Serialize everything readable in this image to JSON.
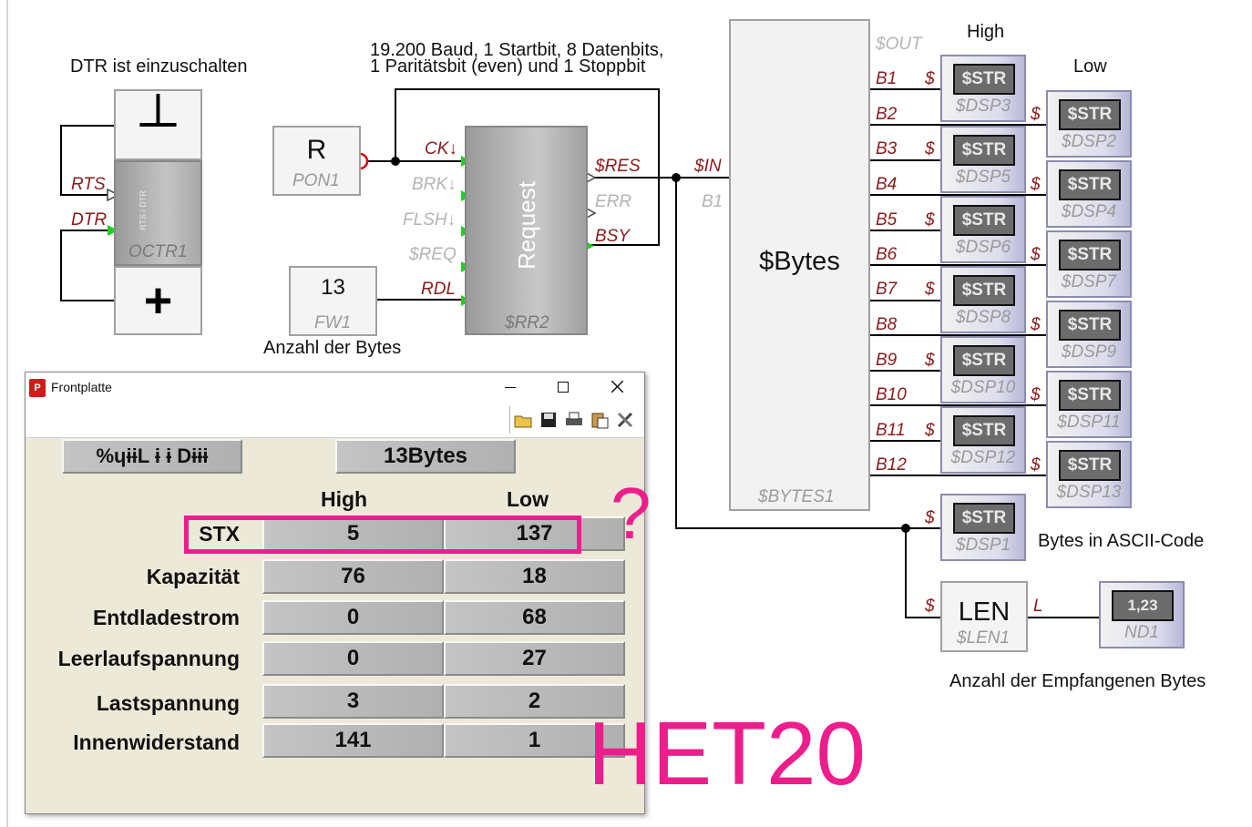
{
  "annotations": {
    "dtr_note": "DTR ist einzuschalten",
    "baud_line1": "19.200 Baud, 1 Startbit, 8 Datenbits,",
    "baud_line2": "1 Paritätsbit (even) und 1 Stoppbit",
    "byte_count_note": "Anzahl der Bytes",
    "ascii_note": "Bytes in ASCII-Code",
    "received_count_note": "Anzahl der Empfangenen Bytes",
    "high_header": "High",
    "low_header": "Low",
    "overlay_question": "?",
    "overlay_text": "HET20"
  },
  "blocks": {
    "octr": {
      "top_symbol": "┴",
      "bottom_symbol": "+",
      "inner_label": "RTS / DTR",
      "name": "OCTR1",
      "pin_rts": "RTS",
      "pin_dtr": "DTR"
    },
    "pon": {
      "label": "R",
      "name": "PON1"
    },
    "fw": {
      "value": "13",
      "name": "FW1"
    },
    "request": {
      "label": "Request",
      "name": "$RR2",
      "in_pins": [
        "CK↓",
        "BRK↓",
        "FLSH↓",
        "$REQ",
        "RDL"
      ],
      "out_pins": [
        "$RES",
        "ERR",
        "BSY"
      ]
    },
    "bytes": {
      "label": "$Bytes",
      "name": "$BYTES1",
      "in_pins": [
        "$IN",
        "B1"
      ],
      "out_top": "$OUT",
      "outputs": [
        "B1",
        "B2",
        "B3",
        "B4",
        "B5",
        "B6",
        "B7",
        "B8",
        "B9",
        "B10",
        "B11",
        "B12"
      ]
    },
    "str_face": "$STR",
    "str_high": [
      "$DSP3",
      "$DSP5",
      "$DSP6",
      "$DSP8",
      "$DSP10",
      "$DSP12"
    ],
    "str_low": [
      "$DSP2",
      "$DSP4",
      "$DSP7",
      "$DSP9",
      "$DSP11",
      "$DSP13"
    ],
    "str_ascii": "$DSP1",
    "dollar": "$",
    "len": {
      "label": "LEN",
      "name": "$LEN1",
      "out_pin": "L"
    },
    "nd": {
      "value": "1,23",
      "name": "ND1"
    }
  },
  "front_panel": {
    "title": "Frontplatte",
    "status_display": "%ɥɨɨL ɨ  ɨ Dɨɨɨ",
    "bytes_display": "13Bytes",
    "col_high": "High",
    "col_low": "Low",
    "rows": [
      {
        "label": "STX",
        "high": "5",
        "low": "137"
      },
      {
        "label": "Kapazität",
        "high": "76",
        "low": "18"
      },
      {
        "label": "Entdladestrom",
        "high": "0",
        "low": "68"
      },
      {
        "label": "Leerlaufspannung",
        "high": "0",
        "low": "27"
      },
      {
        "label": "Lastspannung",
        "high": "3",
        "low": "2"
      },
      {
        "label": "Innenwiderstand",
        "high": "141",
        "low": "1"
      }
    ]
  },
  "colors": {
    "wire": "#000000",
    "pin_label": "#8b1a1a",
    "disabled_pin": "#b4b4b4",
    "highlight": "#ee1d8c",
    "input_marker": "#22cc22",
    "not_circle": "#dd0000"
  }
}
